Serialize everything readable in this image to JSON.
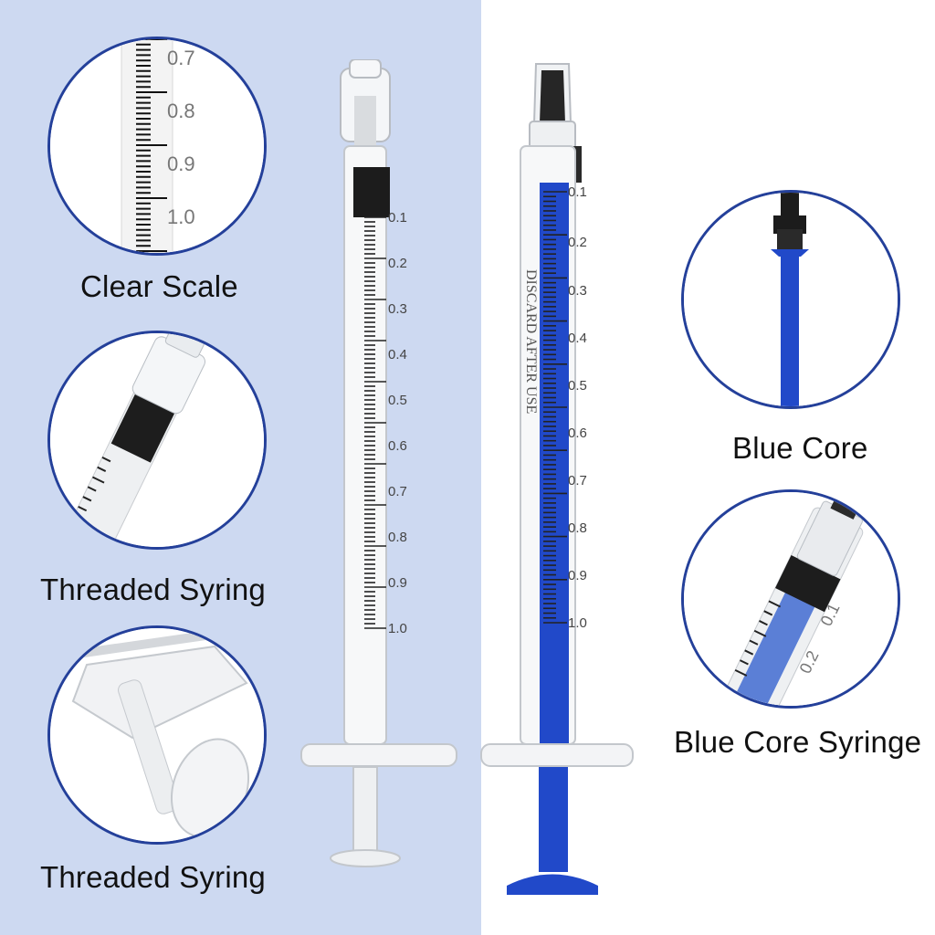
{
  "colors": {
    "left_panel": "#cdd9f1",
    "circle_border": "#24409a",
    "blue_core": "#2149c9",
    "caption_text": "#111111"
  },
  "captions": {
    "clear_scale": "Clear Scale",
    "threaded_syringe_1": "Threaded Syring",
    "threaded_syringe_2": "Threaded Syring",
    "blue_core": "Blue Core",
    "blue_core_syringe": "Blue Core Syringe"
  },
  "clear_syringe": {
    "scale_labels": [
      "0.1",
      "0.2",
      "0.3",
      "0.4",
      "0.5",
      "0.6",
      "0.7",
      "0.8",
      "0.9",
      "1.0"
    ]
  },
  "blue_syringe": {
    "scale_labels": [
      "0.1",
      "0.2",
      "0.3",
      "0.4",
      "0.5",
      "0.6",
      "0.7",
      "0.8",
      "0.9",
      "1.0"
    ],
    "barrel_text": "DISCARD AFTER USE"
  },
  "clear_scale_zoom": {
    "labels": [
      "0.7",
      "0.8",
      "0.9",
      "1.0"
    ]
  },
  "blue_core_zoom": {
    "labels": [
      "0.1",
      "0.2"
    ]
  },
  "icons": [
    "clear-syringe-icon",
    "blue-syringe-icon",
    "syringe-tip-icon",
    "syringe-flange-icon",
    "blue-plunger-icon"
  ]
}
